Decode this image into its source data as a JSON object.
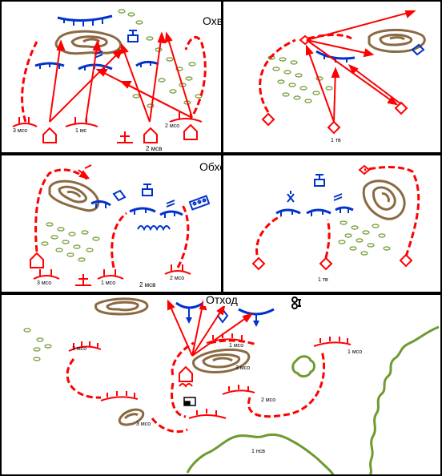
{
  "colors": {
    "friendly": "#ff0000",
    "enemy": "#0033cc",
    "terrain_hill": "#8b6a43",
    "terrain_grove": "#6e9a2e",
    "background": "#ffffff",
    "border": "#000000"
  },
  "titles": {
    "envelopment": "Охват",
    "bypass": "Обход",
    "withdrawal": "Отход"
  },
  "labels": {
    "p1_3mso": "3 мсо",
    "p1_1ms": "1 мс",
    "p1_2mso": "2 мсо",
    "p1_2msv": "2 мсв",
    "p2_1tv": "1 тв",
    "p3_3mso": "3 мсо",
    "p3_1mso": "1 мсо",
    "p3_2msv": "2 мсв",
    "p3_2mso": "2 мсо",
    "p4_1tv": "1 тв",
    "p5_3mso_a": "3 мсо",
    "p5_1mso_a": "1 мсо",
    "p5_3mso_b": "3 мсо",
    "p5_1mso_b": "1 мсо",
    "p5_2mso": "2 мсо",
    "p5_3mso_c": "3 мсо",
    "p5_1nsv": "1 нсв"
  },
  "icons": [
    "enemy-position-icon",
    "tank-platoon-icon",
    "observation-post-icon",
    "hill-icon",
    "grove-icon",
    "command-post-icon",
    "anti-tank-icon"
  ]
}
